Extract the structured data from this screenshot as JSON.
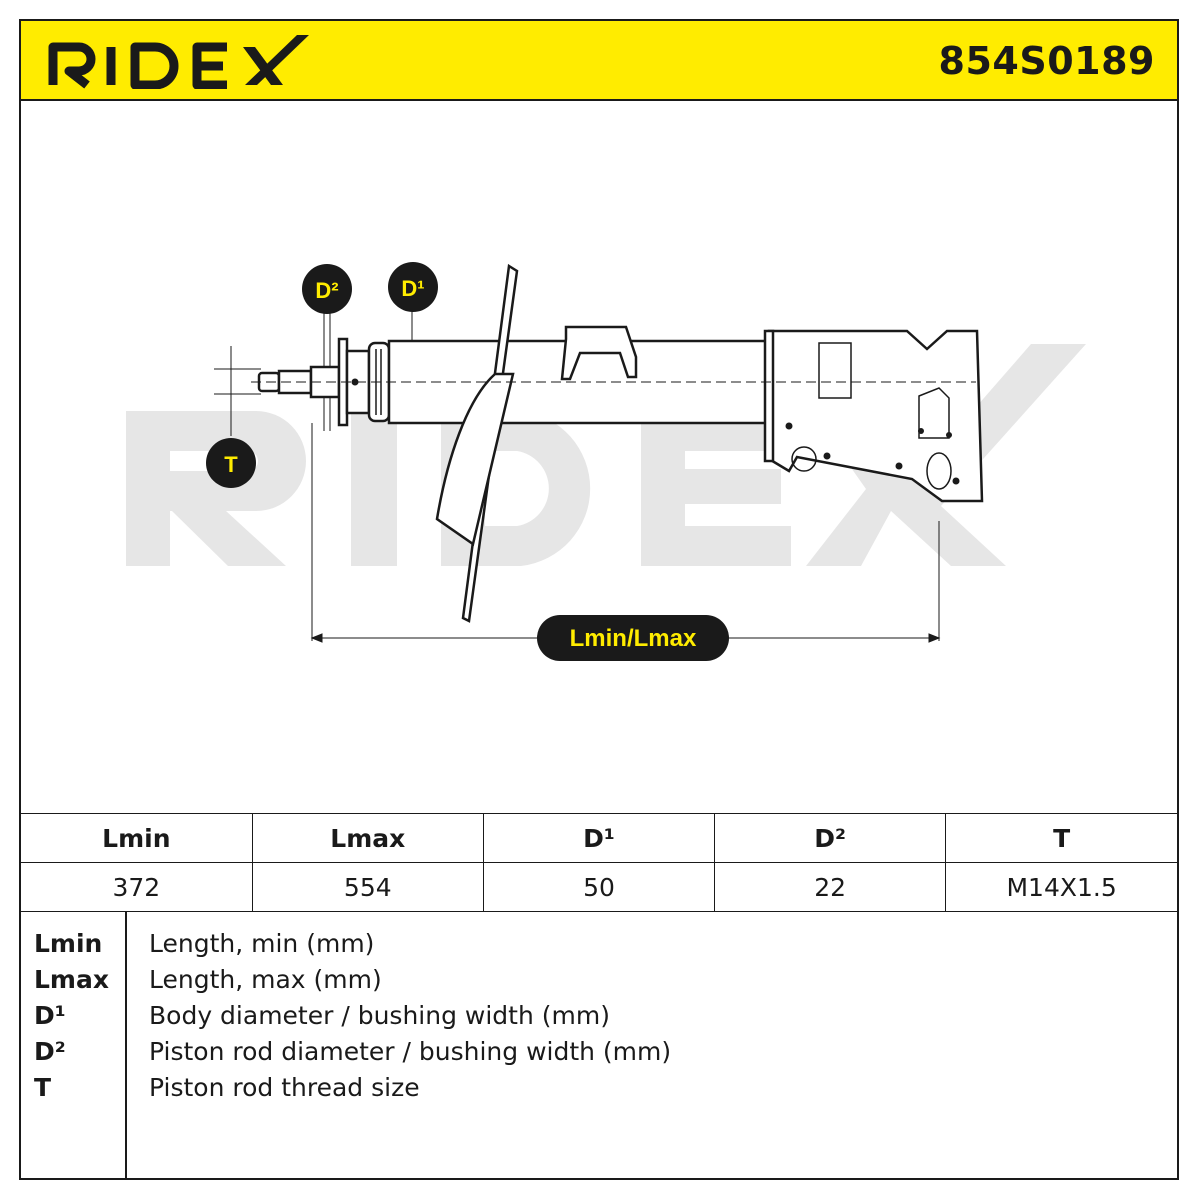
{
  "header": {
    "brand": "RIDEX",
    "part_number": "854S0189",
    "accent_color": "#ffec00"
  },
  "drawing": {
    "watermark": "RIDEX",
    "callouts": {
      "d2": "D²",
      "d1": "D¹",
      "t": "T",
      "length": "Lmin/Lmax"
    }
  },
  "specs": {
    "headers": [
      "Lmin",
      "Lmax",
      "D¹",
      "D²",
      "T"
    ],
    "values": [
      "372",
      "554",
      "50",
      "22",
      "M14X1.5"
    ]
  },
  "legend": [
    {
      "key": "Lmin",
      "desc": "Length, min (mm)"
    },
    {
      "key": "Lmax",
      "desc": "Length, max (mm)"
    },
    {
      "key": "D¹",
      "desc": "Body diameter / bushing width (mm)"
    },
    {
      "key": "D²",
      "desc": "Piston rod diameter / bushing width (mm)"
    },
    {
      "key": "T",
      "desc": "Piston rod thread size"
    }
  ]
}
